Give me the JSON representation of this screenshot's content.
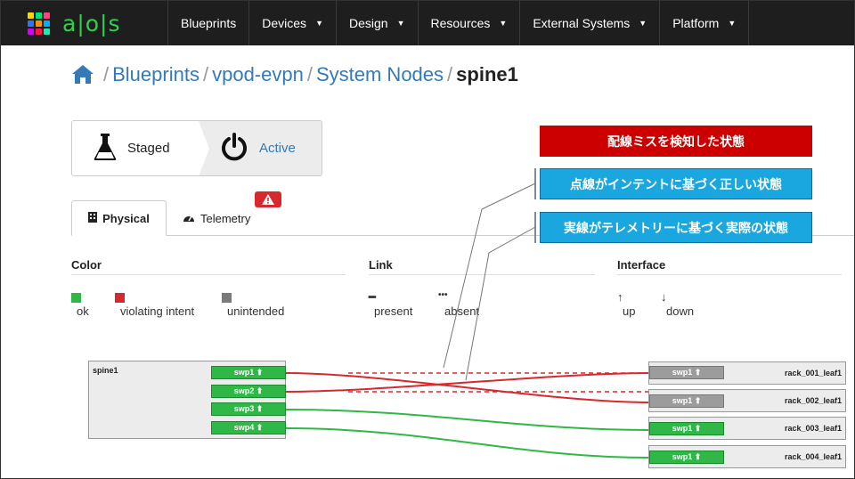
{
  "brand": {
    "name": "a|o|s",
    "logo_colors": [
      "#ffd400",
      "#00e676",
      "#ff4081",
      "#2979ff",
      "#ff9100",
      "#00b0ff",
      "#d500f9",
      "#ff1744",
      "#1de9b6"
    ]
  },
  "nav": {
    "items": [
      {
        "label": "Blueprints",
        "has_caret": false
      },
      {
        "label": "Devices",
        "has_caret": true
      },
      {
        "label": "Design",
        "has_caret": true
      },
      {
        "label": "Resources",
        "has_caret": true
      },
      {
        "label": "External Systems",
        "has_caret": true
      },
      {
        "label": "Platform",
        "has_caret": true
      }
    ]
  },
  "breadcrumb": {
    "home_icon": "home-icon",
    "items": [
      "Blueprints",
      "vpod-evpn",
      "System Nodes"
    ],
    "current": "spine1"
  },
  "mode_switch": {
    "staged_label": "Staged",
    "staged_icon": "flask-icon",
    "active_label": "Active",
    "active_icon": "power-icon"
  },
  "tabs": {
    "physical_label": "Physical",
    "physical_icon": "building-icon",
    "telemetry_label": "Telemetry",
    "telemetry_icon": "dashboard-icon",
    "warning_icon": "warning-icon"
  },
  "legend": {
    "color_head": "Color",
    "color_items": [
      {
        "label": "ok",
        "color": "#2fb845"
      },
      {
        "label": "violating intent",
        "color": "#d7282d"
      },
      {
        "label": "unintended",
        "color": "#7a7a7a"
      }
    ],
    "link_head": "Link",
    "link_items": [
      {
        "label": "present",
        "symbol": "━"
      },
      {
        "label": "absent",
        "symbol": "•••"
      }
    ],
    "interface_head": "Interface",
    "interface_items": [
      {
        "label": "up",
        "symbol": "↑"
      },
      {
        "label": "down",
        "symbol": "↓"
      }
    ]
  },
  "callouts": {
    "miswire": "配線ミスを検知した状態",
    "intent": "点線がインテントに基づく正しい状態",
    "telemetry": "実線がテレメトリーに基づく実際の状態"
  },
  "topology": {
    "spine": {
      "name": "spine1",
      "ports": [
        {
          "label": "swp1 ⬆",
          "status": "ok"
        },
        {
          "label": "swp2 ⬆",
          "status": "ok"
        },
        {
          "label": "swp3 ⬆",
          "status": "ok"
        },
        {
          "label": "swp4 ⬆",
          "status": "ok"
        }
      ]
    },
    "leaves": [
      {
        "name": "rack_001_leaf1",
        "port": "swp1 ⬆",
        "status": "unintended"
      },
      {
        "name": "rack_002_leaf1",
        "port": "swp1 ⬆",
        "status": "unintended"
      },
      {
        "name": "rack_003_leaf1",
        "port": "swp1 ⬆",
        "status": "ok"
      },
      {
        "name": "rack_004_leaf1",
        "port": "swp1 ⬆",
        "status": "ok"
      }
    ],
    "colors": {
      "violating": "#d7282d",
      "ok": "#2fb845"
    }
  }
}
